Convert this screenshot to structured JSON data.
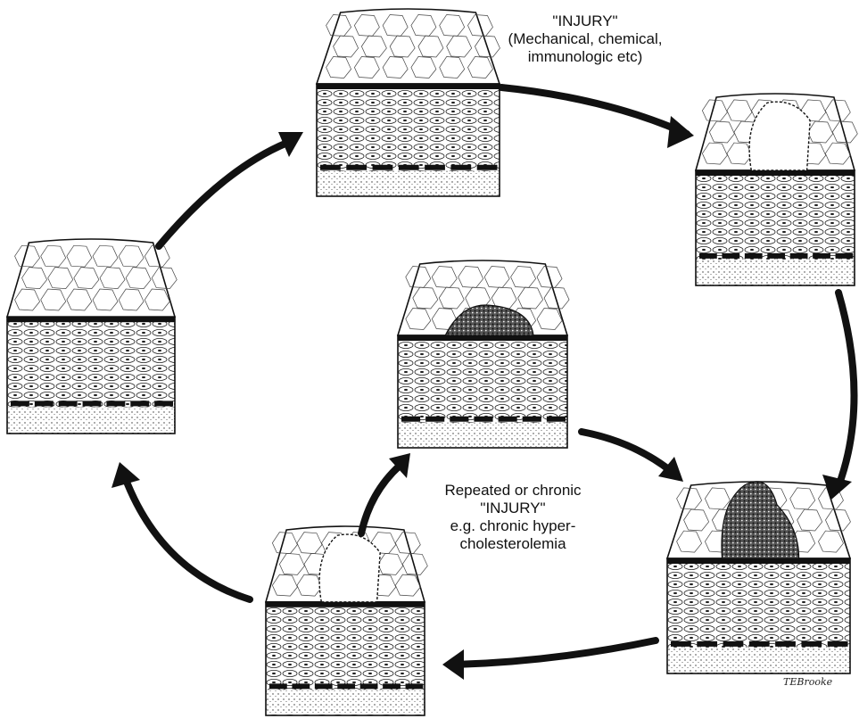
{
  "diagram": {
    "top_annotation": [
      "\"INJURY\"",
      "(Mechanical, chemical,",
      "immunologic etc)"
    ],
    "center_annotation": [
      "Repeated or chronic",
      "\"INJURY\"",
      "e.g. chronic hyper-",
      "cholesterolemia"
    ],
    "artist_signature": "TEBrooke",
    "panels": [
      {
        "id": "top",
        "stage": "normal"
      },
      {
        "id": "upper-right",
        "stage": "endothelial-denudation"
      },
      {
        "id": "lower-right",
        "stage": "platelet-thrombus"
      },
      {
        "id": "lower-middle",
        "stage": "smooth-muscle-proliferation"
      },
      {
        "id": "center",
        "stage": "lipid-plaque"
      },
      {
        "id": "left",
        "stage": "healed-normal"
      }
    ],
    "colors": {
      "ink": "#111111",
      "paper": "#ffffff"
    }
  }
}
